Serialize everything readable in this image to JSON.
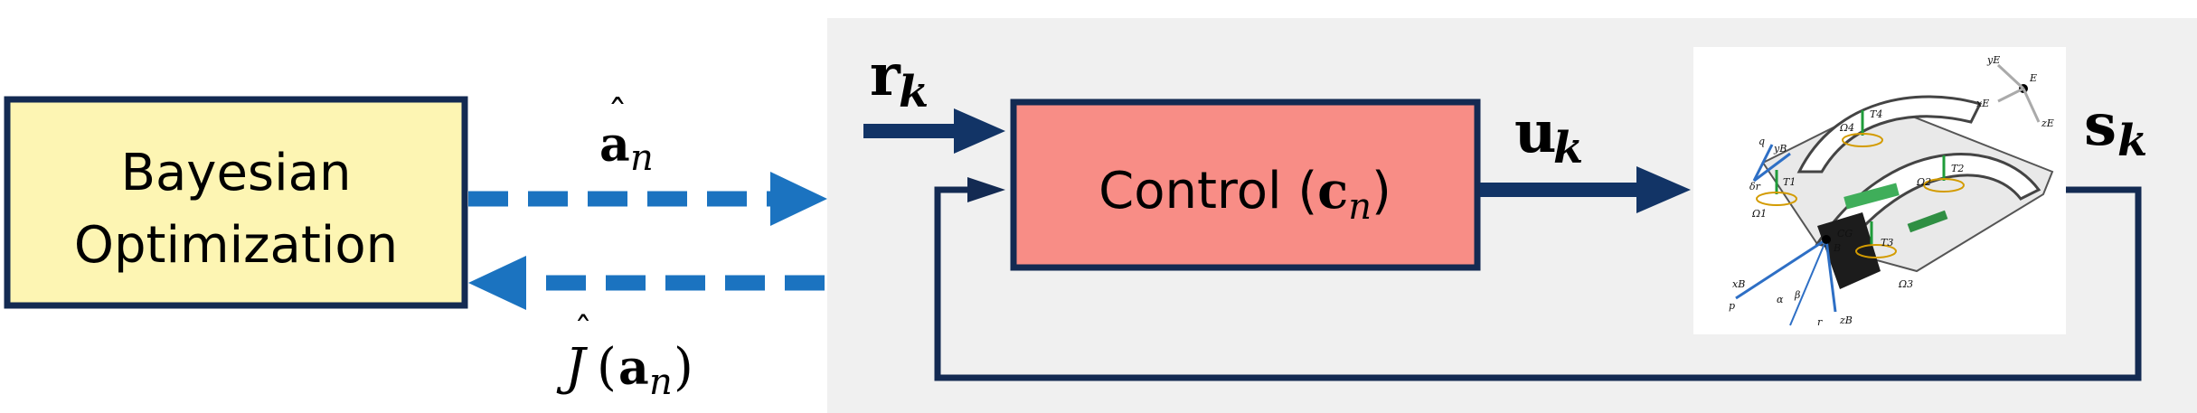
{
  "bayes_box": {
    "line1": "Bayesian",
    "line2": "Optimization"
  },
  "control_box": {
    "prefix": "Control (",
    "param_main": "c",
    "param_sub": "n",
    "suffix": ")"
  },
  "signals": {
    "reference": {
      "main": "r",
      "sub": "k"
    },
    "input": {
      "main": "u",
      "sub": "k"
    },
    "state": {
      "main": "s",
      "sub": "k"
    },
    "params": {
      "main": "a",
      "sub": "n"
    },
    "cost": {
      "prefix": "J",
      "arg_main": "a",
      "arg_sub": "n"
    }
  },
  "aircraft_labels": [
    "q",
    "p",
    "r",
    "δr",
    "Ω1",
    "Ω2",
    "Ω3",
    "Ω4",
    "T1",
    "T2",
    "T3",
    "T4",
    "CG",
    "B",
    "E",
    "xB",
    "yB",
    "zB",
    "xE",
    "yE",
    "zE",
    "α",
    "β"
  ],
  "colors": {
    "bayes_fill": "#fdf5b3",
    "border": "#132a52",
    "control_fill": "#f88d86",
    "panel_bg": "#f0f0f0",
    "arrow_dark": "#123466",
    "arrow_dashed": "#1b73c0"
  }
}
